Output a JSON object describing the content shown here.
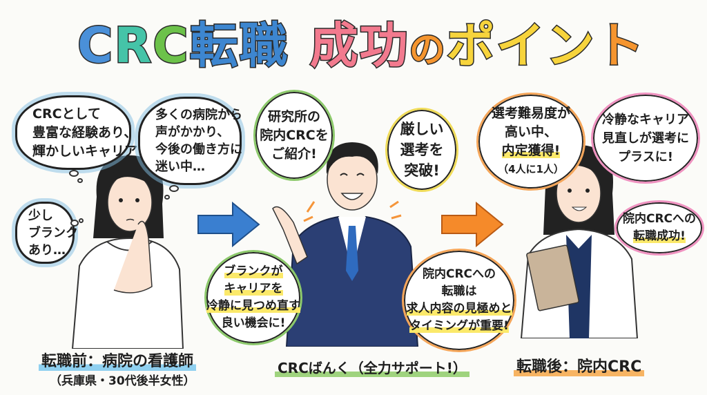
{
  "title": {
    "chars": [
      {
        "text": "C",
        "color": "#4a90d9"
      },
      {
        "text": "R",
        "color": "#45c4a8"
      },
      {
        "text": "C",
        "color": "#6cc24a"
      },
      {
        "text": "転職",
        "color": "#3d86d0"
      },
      {
        "text": "成功",
        "color": "#f27a8e"
      },
      {
        "text": "の",
        "color": "#f5952f"
      },
      {
        "text": "ポイン",
        "color": "#f7d43c"
      },
      {
        "text": "ト",
        "color": "#f5952f"
      }
    ]
  },
  "before": {
    "thoughts": [
      {
        "lines": [
          "CRCとして",
          "豊富な経験あり、",
          "輝かしいキャリア!"
        ]
      },
      {
        "lines": [
          "多くの病院から",
          "声がかかり、",
          "今後の働き方に",
          "迷い中…"
        ]
      },
      {
        "lines": [
          "少し",
          "ブランク",
          "あり…"
        ]
      }
    ],
    "label": "転職前：病院の看護師",
    "sublabel": "（兵庫県・30代後半女性）",
    "label_color": "#8fd0f0"
  },
  "agent": {
    "bubbles": [
      {
        "lines": [
          "研究所の",
          "院内CRCを",
          "ご紹介!"
        ],
        "color": "#8cc96b"
      },
      {
        "lines": [
          "厳しい",
          "選考を",
          "突破!"
        ],
        "color": "#f0dc5a"
      },
      {
        "lines": [
          "ブランクが",
          "キャリアを",
          "冷静に見つめ直す",
          "良い機会に!"
        ],
        "color": "#8cc96b"
      },
      {
        "lines": [
          "院内CRCへの",
          "転職は",
          "求人内容の見極めと",
          "タイミングが重要!"
        ],
        "color": "#f5a65a"
      }
    ],
    "label": "CRCばんく（全力サポート!）",
    "label_color": "#9fd37e"
  },
  "after": {
    "bubbles": [
      {
        "lines": [
          "選考難易度が",
          "高い中、",
          "内定獲得!",
          "（4人に1人）"
        ],
        "color": "#f5a65a"
      },
      {
        "lines": [
          "冷静なキャリア",
          "見直しが選考に",
          "プラスに!"
        ],
        "color": "#ef92c0"
      },
      {
        "lines": [
          "院内CRCへの",
          "転職成功!"
        ],
        "color": "#ef92c0"
      }
    ],
    "label": "転職後：院内CRC",
    "label_color": "#f7b463"
  },
  "arrows": {
    "first_color": "#3a7fd0",
    "second_color": "#f58a2a"
  }
}
